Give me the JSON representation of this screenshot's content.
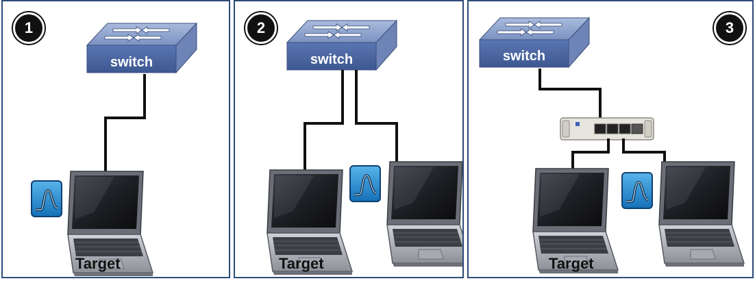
{
  "panels": [
    {
      "number": "1",
      "switch_label": "switch",
      "target_label": "Target"
    },
    {
      "number": "2",
      "switch_label": "switch",
      "target_label": "Target"
    },
    {
      "number": "3",
      "switch_label": "switch",
      "target_label": "Target"
    }
  ],
  "colors": {
    "border": "#2c4a78",
    "switch_top": "#8aa0c8",
    "switch_front": "#4f6aa6",
    "cable": "#111111",
    "monitor_icon": "#1f8fd6"
  },
  "icons": [
    "switch-icon",
    "laptop-icon",
    "wireshark-shark-fin-icon",
    "network-tap-icon"
  ]
}
